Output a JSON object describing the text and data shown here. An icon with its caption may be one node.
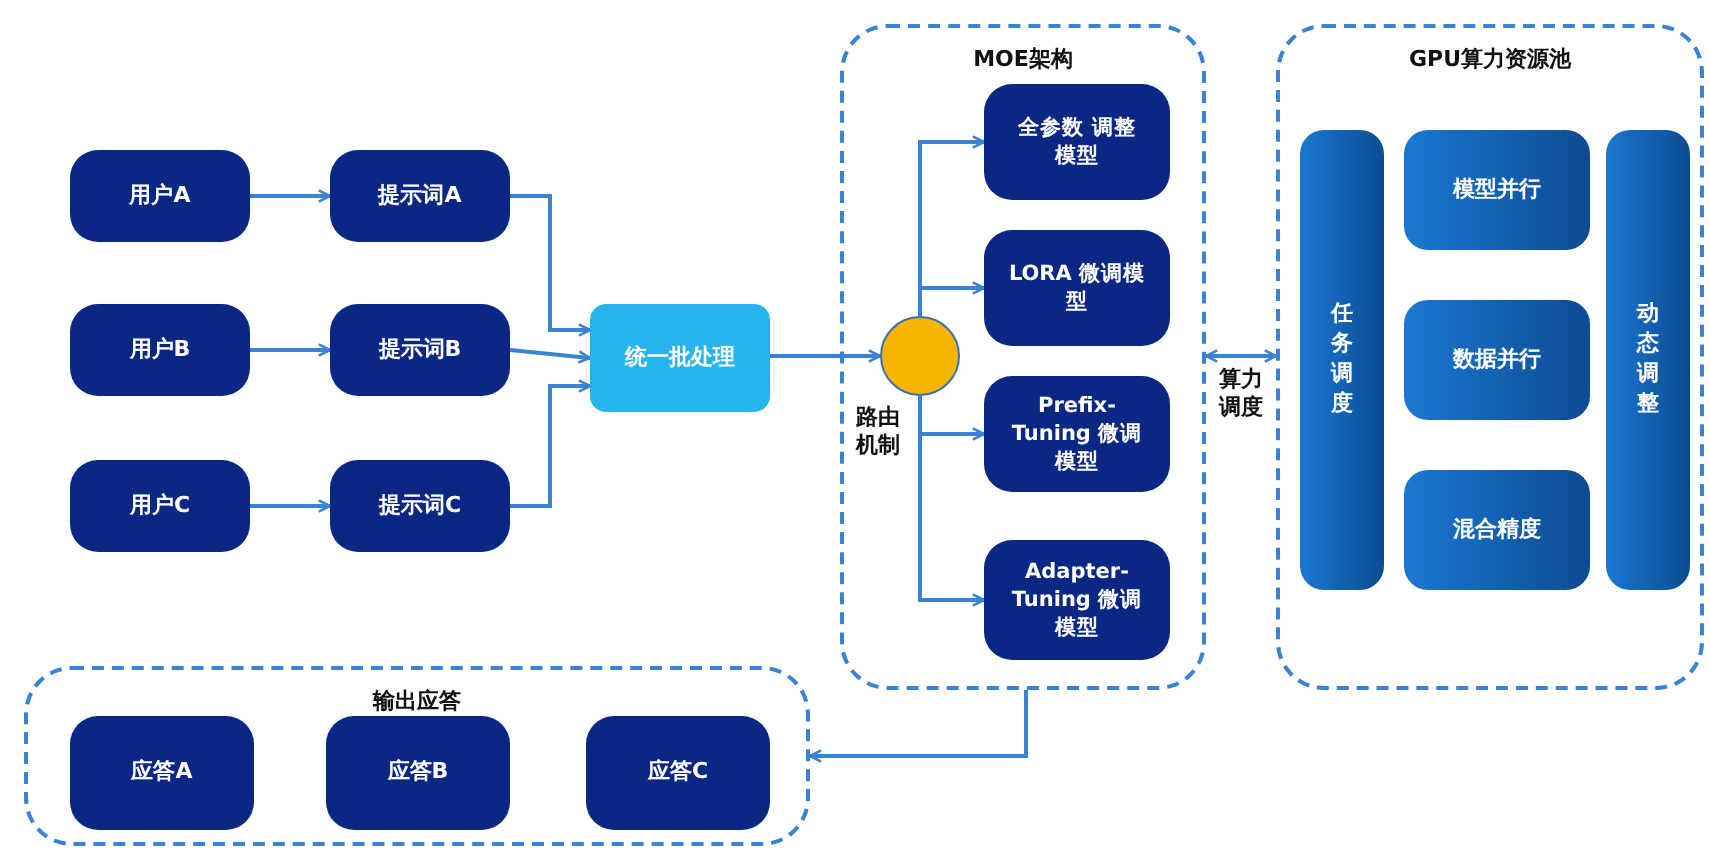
{
  "diagram": {
    "nodes": [
      {
        "text": [
          "用户A"
        ]
      },
      {
        "text": [
          "用户B"
        ]
      },
      {
        "text": [
          "用户C"
        ]
      },
      {
        "text": [
          "提示词A"
        ]
      },
      {
        "text": [
          "提示词B"
        ]
      },
      {
        "text": [
          "提示词C"
        ]
      },
      {
        "text": [
          "统一批处理"
        ]
      },
      {
        "text": [
          "MOE架构"
        ]
      },
      {
        "text": [],
        "shape": "circle",
        "beside": [
          "路由机制"
        ],
        "in": 7
      },
      {
        "text": [
          "全参数 调整模型"
        ],
        "in": 7
      },
      {
        "text": [
          "LORA 微调模型"
        ],
        "in": 7
      },
      {
        "text": [
          "Prefix-Tuning 微调模型"
        ],
        "in": 7
      },
      {
        "text": [
          "Adapter-Tuning 微调模型"
        ],
        "in": 7
      },
      {
        "text": [
          "GPU算力资源池"
        ]
      },
      {
        "text": [
          "任务调度"
        ],
        "in": 13
      },
      {
        "text": [
          "模型并行"
        ],
        "in": 13
      },
      {
        "text": [
          "数据并行"
        ],
        "in": 13
      },
      {
        "text": [
          "混合精度"
        ],
        "in": 13
      },
      {
        "text": [
          "动态调整"
        ],
        "in": 13
      },
      {
        "text": [
          "输出应答"
        ]
      },
      {
        "text": [
          "应答A"
        ],
        "in": 19
      },
      {
        "text": [
          "应答B"
        ],
        "in": 19
      },
      {
        "text": [
          "应答C"
        ],
        "in": 19
      }
    ],
    "edges": [
      {
        "from": 0,
        "to": 3,
        "arrow": "to"
      },
      {
        "from": 1,
        "to": 4,
        "arrow": "to"
      },
      {
        "from": 2,
        "to": 5,
        "arrow": "to"
      },
      {
        "from": 3,
        "to": 6,
        "arrow": "to"
      },
      {
        "from": 4,
        "to": 6,
        "arrow": "to"
      },
      {
        "from": 5,
        "to": 6,
        "arrow": "to"
      },
      {
        "from": 6,
        "to": 8,
        "arrow": "to"
      },
      {
        "from": 8,
        "to": 9,
        "arrow": "to"
      },
      {
        "from": 8,
        "to": 10,
        "arrow": "to"
      },
      {
        "from": 8,
        "to": 11,
        "arrow": "to"
      },
      {
        "from": 8,
        "to": 12,
        "arrow": "to"
      },
      {
        "from": 7,
        "to": 13,
        "arrow": "both",
        "label": "算力调度"
      },
      {
        "from": 7,
        "to": 19,
        "arrow": "to"
      }
    ]
  }
}
